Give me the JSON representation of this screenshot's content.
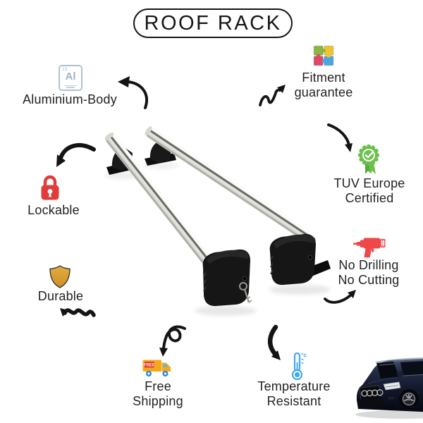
{
  "title": "ROOF RACK",
  "element_icon": {
    "number": "13",
    "symbol": "Al"
  },
  "features": {
    "aluminium": {
      "label": "Aluminium-Body"
    },
    "fitment": {
      "line1": "Fitment",
      "line2": "guarantee"
    },
    "tuv": {
      "line1": "TUV Europe",
      "line2": "Certified"
    },
    "lockable": {
      "label": "Lockable"
    },
    "drilling": {
      "line1": "No Drilling",
      "line2": "No Cutting"
    },
    "durable": {
      "label": "Durable"
    },
    "shipping": {
      "line1": "Free",
      "line2": "Shipping"
    },
    "temperature": {
      "line1": "Temperature",
      "line2": "Resistant"
    }
  },
  "truck_icon": {
    "label": "FREE"
  },
  "thermometer_icon": {
    "unit": "°c"
  },
  "colors": {
    "text": "#222222",
    "arrow_black": "#141414",
    "lock_red": "#E23B3B",
    "drill_red": "#EF4848",
    "shield_gold": "#DFA137",
    "badge_green": "#6BC24A",
    "thermometer_blue": "#41A7F0",
    "truck_orange": "#F6A81C",
    "truck_label_red": "#E5392F",
    "wheel_blue": "#2B87D8",
    "puzzle_green": "#8CB63F",
    "puzzle_yellow": "#F0C330",
    "puzzle_pink": "#E04867",
    "puzzle_blue": "#4CA4E0",
    "element_gray": "#B3C1CD",
    "bar_silver": "#E9E9E5"
  }
}
